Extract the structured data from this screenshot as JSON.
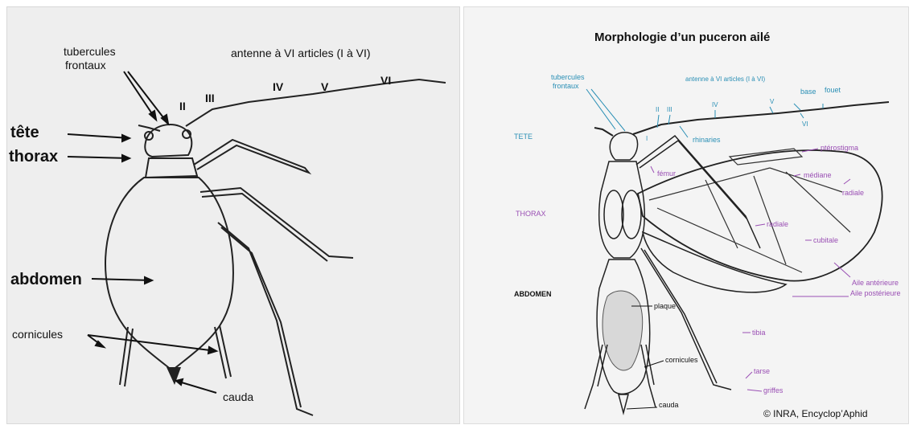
{
  "left_panel": {
    "labels": {
      "tubercules_line1": "tubercules",
      "tubercules_line2": "frontaux",
      "antenne": "antenne à VI articles (I à VI)",
      "seg_II": "II",
      "seg_III": "III",
      "seg_IV": "IV",
      "seg_V": "V",
      "seg_VI": "VI",
      "tete": "tête",
      "thorax": "thorax",
      "abdomen": "abdomen",
      "cornicules": "cornicules",
      "cauda": "cauda"
    },
    "colors": {
      "ink": "#111111",
      "background": "#eeeeee"
    }
  },
  "right_panel": {
    "title": "Morphologie d’un puceron ailé",
    "labels": {
      "tubercules_line1": "tubercules",
      "tubercules_line2": "frontaux",
      "antenne": "antenne à VI articles (I à VI)",
      "base": "base",
      "fouet": "fouet",
      "seg_I": "I",
      "seg_II": "II",
      "seg_III": "III",
      "seg_IV": "IV",
      "seg_V": "V",
      "seg_VI": "VI",
      "rhinaries": "rhinaries",
      "tete": "TETE",
      "thorax": "THORAX",
      "abdomen": "ABDOMEN",
      "pterostigma": "ptérostigma",
      "femur": "fémur",
      "mediane": "médiane",
      "radiale_top": "radiale",
      "radiale_mid": "radiale",
      "cubitale": "cubitale",
      "aile_anterieure": "Aile antérieure",
      "aile_posterieure": "Aile postérieure",
      "plaque": "plaque",
      "tibia": "tibia",
      "cornicules": "cornicules",
      "tarse": "tarse",
      "griffes": "griffes",
      "cauda": "cauda",
      "copyright": "© INRA, Encyclop’Aphid"
    },
    "colors": {
      "blue": "#2a8fb5",
      "purple": "#9a4fb4",
      "ink": "#111111",
      "background": "#f4f4f4"
    }
  }
}
